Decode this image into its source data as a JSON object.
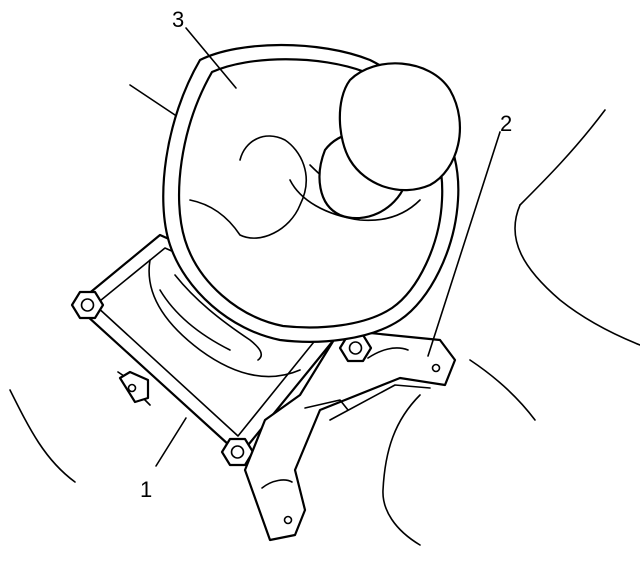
{
  "diagram": {
    "callouts": [
      {
        "id": "c1",
        "text": "1"
      },
      {
        "id": "c2",
        "text": "2"
      },
      {
        "id": "c3",
        "text": "3"
      }
    ]
  }
}
